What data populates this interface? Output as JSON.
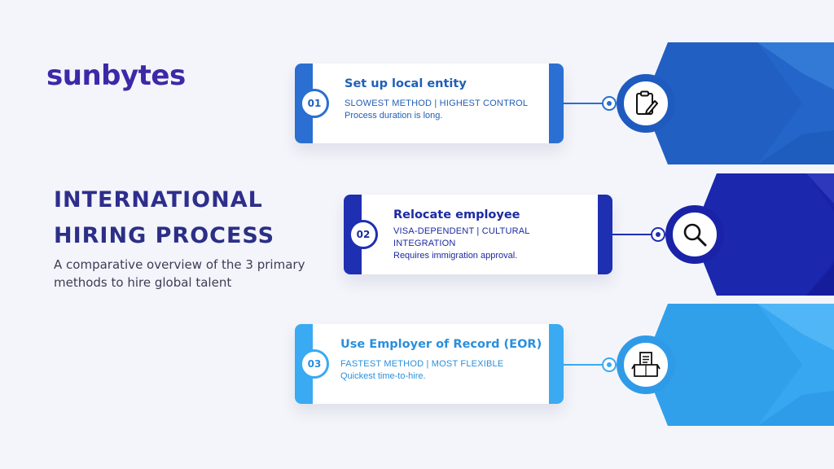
{
  "brand": {
    "logo_text": "sunbytes"
  },
  "header": {
    "title_line1": "INTERNATIONAL",
    "title_line2": "HIRING PROCESS",
    "subtitle": "A comparative overview of the 3 primary methods to hire global talent"
  },
  "steps": [
    {
      "number": "01",
      "title": "Set up local entity",
      "tag": "SLOWEST METHOD | HIGHEST CONTROL",
      "description": "Process duration is long.",
      "icon": "clipboard-edit-icon",
      "color": "#2a6fd1"
    },
    {
      "number": "02",
      "title": "Relocate employee",
      "tag": "VISA-DEPENDENT | CULTURAL INTEGRATION",
      "description": "Requires immigration approval.",
      "icon": "magnifier-icon",
      "color": "#1e2fb2"
    },
    {
      "number": "03",
      "title": "Use Employer of Record (EOR)",
      "tag": "FASTEST METHOD | MOST FLEXIBLE",
      "description": "Quickest time-to-hire.",
      "icon": "document-box-icon",
      "color": "#3aaaf2"
    }
  ],
  "colors": {
    "title": "#2e2e8c",
    "logo": "#3a2aa8",
    "step_text_1": "#1f5fb8",
    "step_text_2": "#1b2aa0",
    "step_text_3": "#2a8fdc",
    "background": "#f4f5fa"
  }
}
